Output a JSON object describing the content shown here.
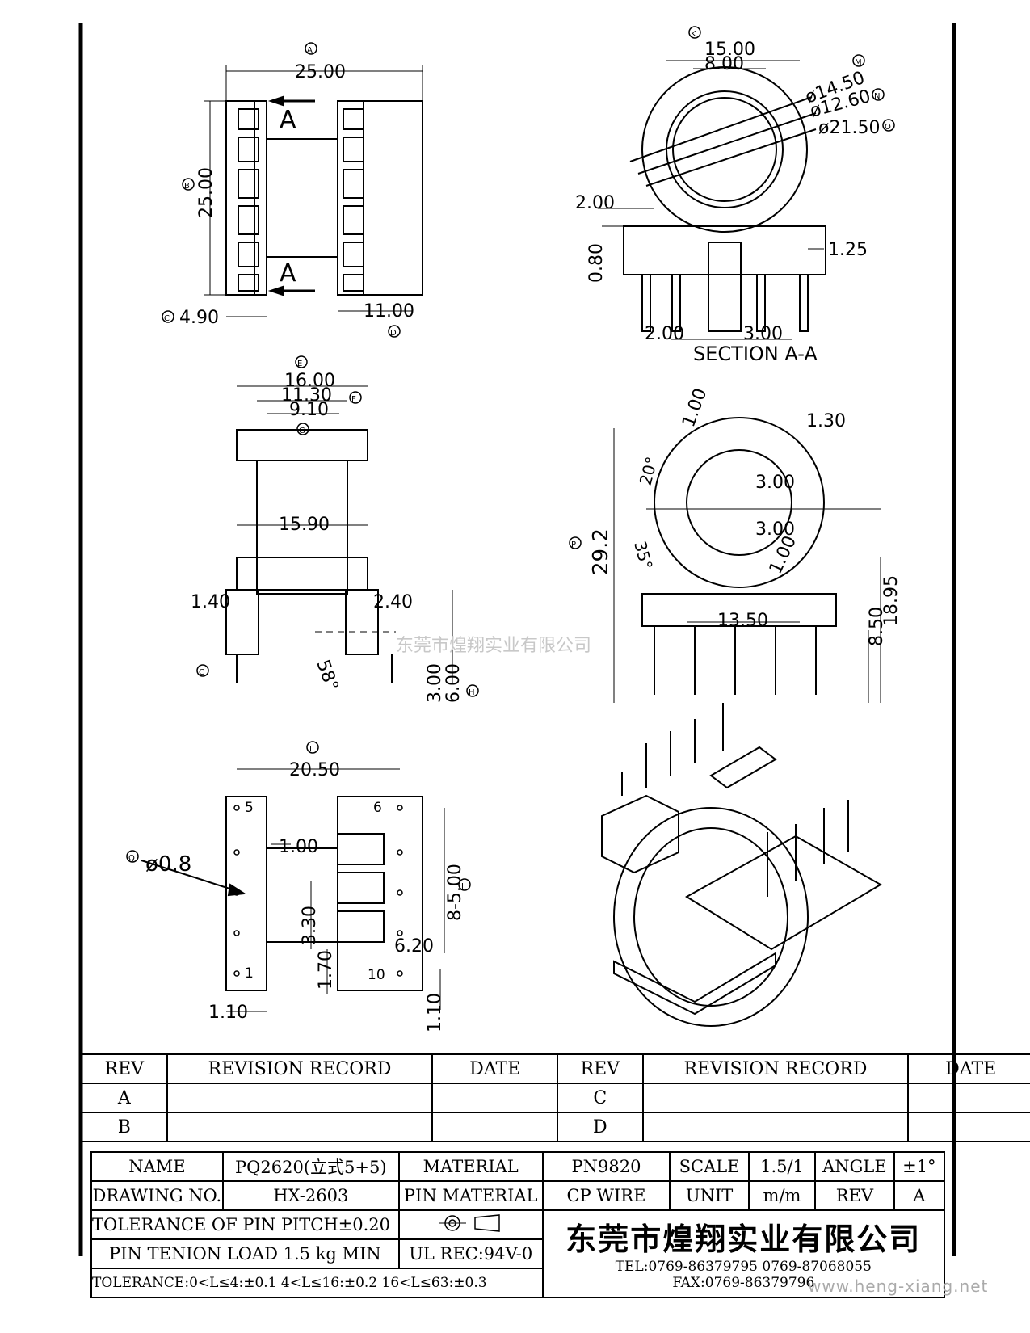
{
  "dims": {
    "A_width": "25.00",
    "B_height": "25.00",
    "C": "4.90",
    "D": "11.00",
    "K_outer": "15.00",
    "K_inner": "8.00",
    "dia_M": "ø14.50",
    "dia_N": "ø12.60",
    "dia_O": "ø21.50",
    "sec_200": "2.00",
    "sec_080": "0.80",
    "sec_125": "1.25",
    "sec_bot_200": "2.00",
    "sec_bot_300": "3.00",
    "section_label": "SECTION A-A",
    "section_arrow": "A",
    "E": "16.00",
    "F": "11.30",
    "G": "9.10",
    "mid_1590": "15.90",
    "mid_140": "1.40",
    "mid_240": "2.40",
    "angle_58": "58°",
    "mid_300": "3.00",
    "mid_600": "6.00",
    "r_100_top": "1.00",
    "r_130": "1.30",
    "angle_20": "20°",
    "r_300_a": "3.00",
    "r_300_b": "3.00",
    "angle_35": "35°",
    "r_100_mid": "1.00",
    "P": "29.2",
    "r_1895": "18.95",
    "r_850": "8.50",
    "r_1350": "13.50",
    "I": "20.50",
    "pin5": "5",
    "pin6": "6",
    "pin1": "1",
    "pin10": "10",
    "pin_dia": "ø0.8",
    "b_100": "1.00",
    "b_8_500": "8-5.00",
    "b_330": "3.30",
    "b_620": "6.20",
    "b_170": "1.70",
    "b_110_l": "1.10",
    "b_110_r": "1.10",
    "circle_A": "A",
    "circle_B": "B",
    "circle_C": "C",
    "circle_D": "D",
    "circle_K": "K",
    "circle_M": "M",
    "circle_N": "N",
    "circle_O": "O",
    "circle_E": "E",
    "circle_F": "F",
    "circle_G": "G",
    "circle_H": "H",
    "circle_P": "P",
    "circle_I": "I",
    "circle_J": "J",
    "circle_Q": "Q"
  },
  "watermark": "东莞市煌翔实业有限公司",
  "revision": {
    "h_rev": "REV",
    "h_record": "REVISION RECORD",
    "h_date": "DATE",
    "r1": "A",
    "r2": "B",
    "r3": "C",
    "r4": "D"
  },
  "title_block": {
    "name_label": "NAME",
    "name_value": "PQ2620(立式5+5)",
    "material_label": "MATERIAL",
    "material_value": "PN9820",
    "scale_label": "SCALE",
    "scale_value": "1.5/1",
    "angle_label": "ANGLE",
    "angle_value": "±1°",
    "drawing_label": "DRAWING NO.",
    "drawing_value": "HX-2603",
    "pin_material_label": "PIN MATERIAL",
    "pin_material_value": "CP WIRE",
    "unit_label": "UNIT",
    "unit_value": "m/m",
    "rev_label": "REV",
    "rev_value": "A",
    "tol_pitch": "TOLERANCE OF PIN PITCH±0.20",
    "pin_load": "PIN TENION LOAD  1.5 kg MIN",
    "ul": "UL REC:94V-0",
    "tolerance": "TOLERANCE:0<L≤4:±0.1  4<L≤16:±0.2  16<L≤63:±0.3",
    "company": "东莞市煌翔实业有限公司",
    "tel": "TEL:0769-86379795   0769-87068055",
    "fax": "FAX:0769-86379796"
  },
  "website": "www.heng-xiang.net"
}
